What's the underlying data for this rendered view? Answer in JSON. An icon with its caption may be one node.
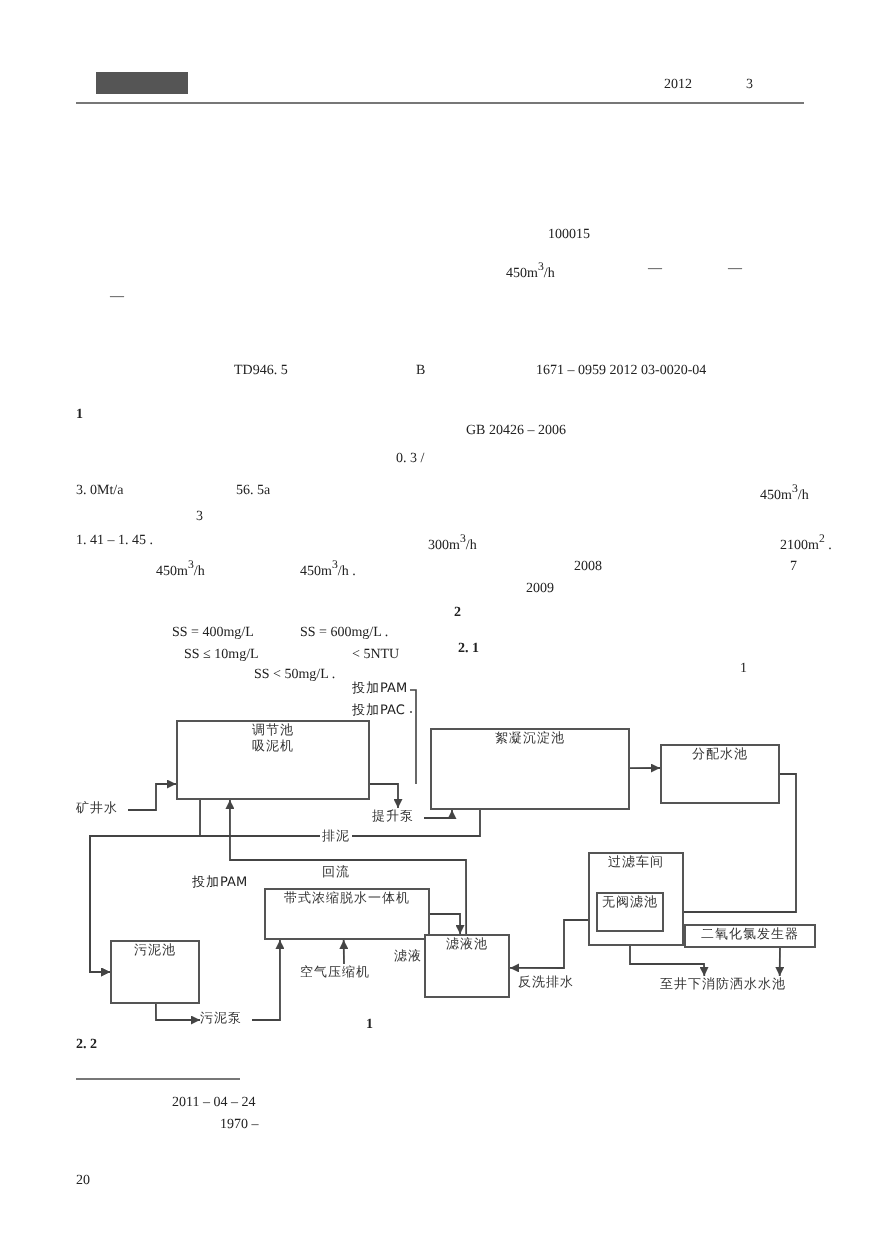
{
  "diagram": {
    "caption": "1",
    "nodes": [
      {
        "text": [
          "矿井水"
        ]
      },
      {
        "text": [
          "调节池",
          "吸泥机"
        ]
      },
      {
        "text": [
          "提升泵"
        ]
      },
      {
        "text": [
          "絮凝沉淀池"
        ]
      },
      {
        "text": [
          "分配水池"
        ]
      },
      {
        "text": [
          "过滤车间"
        ]
      },
      {
        "text": [
          "无阀滤池"
        ],
        "in": 5
      },
      {
        "text": [
          "二氧化氯发生器"
        ]
      },
      {
        "text": [
          "至井下消防洒水水池"
        ]
      },
      {
        "text": [
          "污泥池"
        ]
      },
      {
        "text": [
          "污泥泵"
        ]
      },
      {
        "text": [
          "带式浓缩脱水一体机"
        ]
      },
      {
        "text": [
          "空气压缩机"
        ]
      },
      {
        "text": [
          "滤液池"
        ]
      }
    ],
    "edges": [
      {
        "from": 0,
        "to": 1,
        "arrow": "to"
      },
      {
        "from": 1,
        "to": 2,
        "arrow": "to"
      },
      {
        "from": 2,
        "to": 3,
        "arrow": "to"
      },
      {
        "from": 3,
        "to": 4,
        "arrow": "to"
      },
      {
        "from": 4,
        "to": 6,
        "arrow": "to"
      },
      {
        "from": 6,
        "to": 8,
        "arrow": "to"
      },
      {
        "from": 7,
        "to": 8,
        "arrow": "to"
      },
      {
        "from": 1,
        "to": 9,
        "arrow": "to"
      },
      {
        "from": 3,
        "to": 9,
        "arrow": "to",
        "label": "排泥"
      },
      {
        "from": 13,
        "to": 1,
        "arrow": "to",
        "label": "回流"
      },
      {
        "from": 9,
        "to": 10,
        "arrow": "to"
      },
      {
        "from": 10,
        "to": 11,
        "arrow": "to"
      },
      {
        "from": 12,
        "to": 11,
        "arrow": "to"
      },
      {
        "from": 11,
        "to": 13,
        "arrow": "to",
        "label": "滤液"
      },
      {
        "from": 6,
        "to": 13,
        "arrow": "to",
        "label": "反洗排水"
      }
    ],
    "labels": [
      "2012",
      "3",
      "100015",
      "450m$^{3}$/h",
      "—",
      "—",
      "—",
      "TD946. 5",
      "B",
      "1671 – 0959 2012 03-0020-04",
      "1",
      "GB 20426 – 2006",
      "0. 3 /",
      "3. 0Mt/a",
      "56. 5a",
      "450m$^{3}$/h",
      "3",
      "1. 41 – 1. 45 .",
      "300m$^{3}$/h",
      "2100m$^{2}$ .",
      "450m$^{3}$/h",
      "450m$^{3}$/h .",
      "2008",
      "7",
      "2009",
      "2",
      "SS = 400mg/L",
      "SS = 600mg/L .",
      "SS ≤ 10mg/L",
      "< 5NTU",
      "2. 1",
      "SS < 50mg/L .",
      "1",
      "投加PAM",
      "投加PAC",
      "投加PAM",
      "2. 2",
      "2011 – 04 – 24",
      "1970 –",
      "20"
    ]
  }
}
